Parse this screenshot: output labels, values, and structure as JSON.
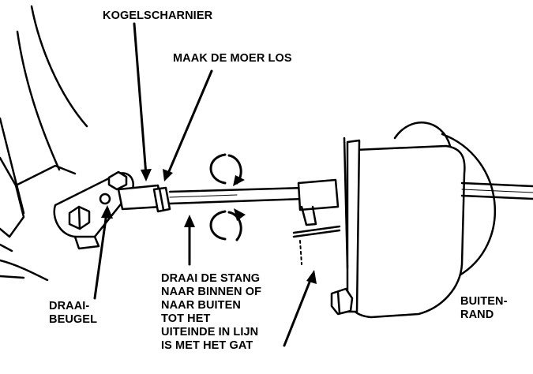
{
  "labels": {
    "ball_joint": "KOGELSCHARNIER",
    "loosen_nut": "MAAK DE MOER LOS",
    "turn_rod": "DRAAI DE STANG\nNAAR BINNEN OF\nNAAR BUITEN\nTOT HET\nUITEINDE IN LIJN\nIS MET HET GAT",
    "pivot_bracket": "DRAAI-\nBEUGEL",
    "outer_rim": "BUITEN-\nRAND"
  }
}
